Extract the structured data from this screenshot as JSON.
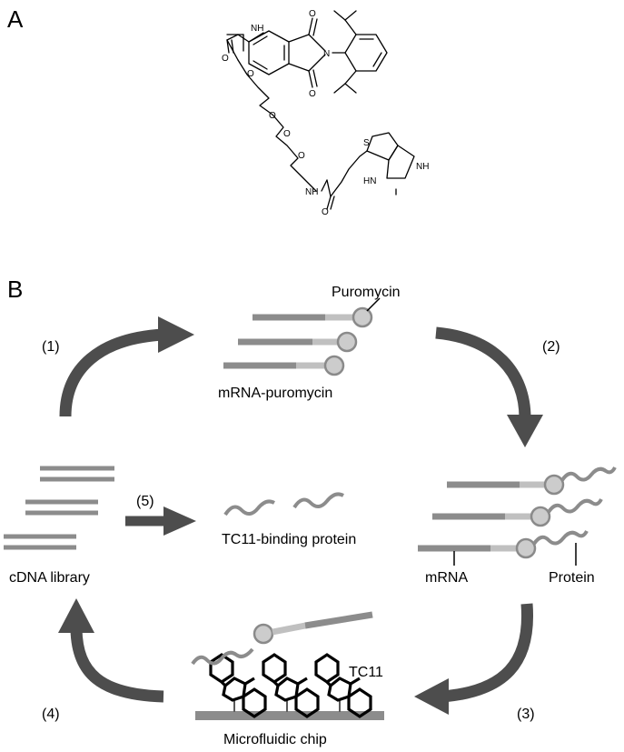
{
  "panel_a": {
    "label": "A",
    "atoms": [
      "O",
      "O",
      "O",
      "O",
      "O",
      "O",
      "O",
      "O",
      "N",
      "NH",
      "NH",
      "NH",
      "HN",
      "S"
    ]
  },
  "panel_b": {
    "label": "B",
    "step_labels": [
      "(1)",
      "(2)",
      "(3)",
      "(4)",
      "(5)"
    ],
    "puromycin": "Puromycin",
    "mrna_puromycin": "mRNA-puromycin",
    "mrna": "mRNA",
    "protein": "Protein",
    "tc11": "TC11",
    "microfluidic_chip": "Microfluidic chip",
    "cdna_library": "cDNA library",
    "tc11_binding_protein": "TC11-binding protein"
  },
  "colors": {
    "arrow": "#4d4d4d",
    "mrna_dark": "#8c8c8c",
    "mrna_light": "#c0c0c0",
    "bead_fill": "#cccccc",
    "bead_stroke": "#8a8a8a",
    "chip": "#8c8c8c"
  }
}
